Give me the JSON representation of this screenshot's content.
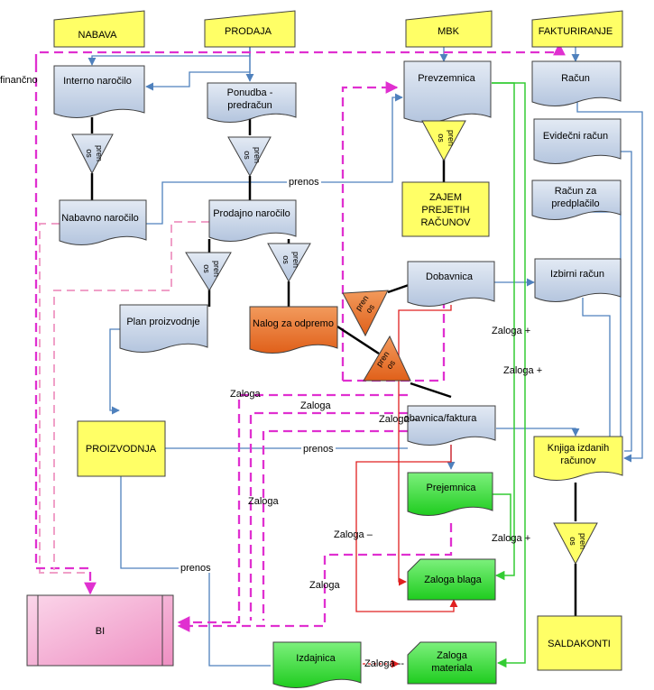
{
  "colors": {
    "blue_fill": "#c9d6e8",
    "yellow_fill": "#ffff66",
    "orange_fill": "#e8742c",
    "green_fill": "#33e633",
    "pink_fill": "#f5a3cf",
    "blue_line": "#4f81bd",
    "magenta_line": "#e030d0",
    "pink_line": "#f0a0c8",
    "green_line": "#33cc33",
    "red_line": "#e02020"
  },
  "headers": {
    "nabava": "NABAVA",
    "prodaja": "PRODAJA",
    "mbk": "MBK",
    "fakturiranje": "FAKTURIRANJE"
  },
  "docs": {
    "interno_narocilo": "Interno naročilo",
    "ponudba_1": "Ponudba -",
    "ponudba_2": "predračun",
    "prevzemnica": "Prevzemnica",
    "racun": "Račun",
    "evidencni_racun": "Evidečni račun",
    "racun_predplacilo_1": "Račun za",
    "racun_predplacilo_2": "predplačilo",
    "nabavno_narocilo": "Nabavno naročilo",
    "prodajno_narocilo": "Prodajno naročilo",
    "dobavnica": "Dobavnica",
    "izbirni_racun": "Izbirni račun",
    "plan_proizvodnje": "Plan proizvodnje",
    "nalog_za_odpremo": "Nalog za odpremo",
    "dobavnica_faktura": "obavnica/faktura",
    "knjiga_1": "Knjiga izdanih",
    "knjiga_2": "računov",
    "prejemnica": "Prejemnica",
    "zaloga_blaga": "Zaloga blaga",
    "zaloga_materiala_1": "Zaloga",
    "zaloga_materiala_2": "materiala",
    "izdajnica": "Izdajnica"
  },
  "boxes": {
    "zajem_1": "ZAJEM",
    "zajem_2": "PREJETIH",
    "zajem_3": "RAČUNOV",
    "proizvodnja": "PROIZVODNJA",
    "saldakonti": "SALDAKONTI",
    "bi": "BI"
  },
  "triangle_text": {
    "a": "pren",
    "b": "os"
  },
  "edge_labels": {
    "financno": "finančno",
    "prenos_top": "prenos",
    "prenos_mid": "prenos",
    "prenos_low": "prenos",
    "zaloga_plus_1": "Zaloga +",
    "zaloga_plus_2": "Zaloga +",
    "zaloga_plus_3": "Zaloga +",
    "zaloga_a": "Zaloga",
    "zaloga_b": "Zaloga",
    "zaloga_c": "Zaloga",
    "zaloga_d": "Zaloga",
    "zaloga_minus_1": "Zaloga –",
    "zaloga_minus_2": "Zaloga –",
    "zaloga_minus_3": "Zaloga --"
  }
}
